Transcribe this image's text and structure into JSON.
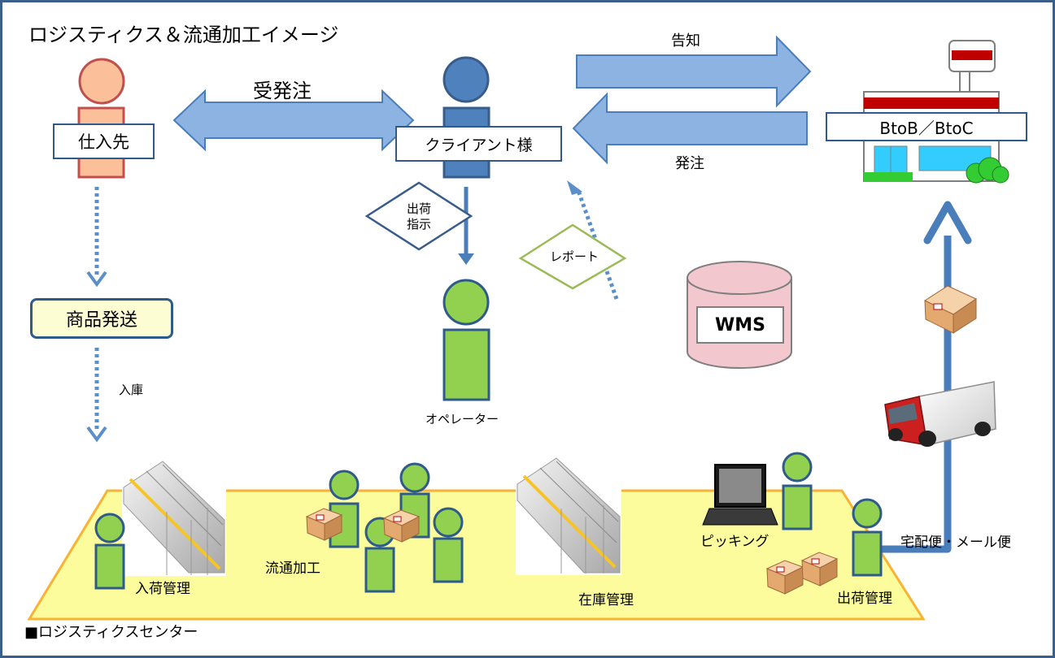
{
  "title": "ロジスティクス＆流通加工イメージ",
  "order_label": "受発注",
  "notify_label": "告知",
  "order_back_label": "発注",
  "supplier_label": "仕入先",
  "client_label": "クライアント様",
  "store_label": "BtoB／BtoC",
  "ship_instruction": [
    "出荷",
    "指示"
  ],
  "report_label": "レポート",
  "product_ship_label": "商品発送",
  "receiving_label": "入庫",
  "operator_label": "オペレーター",
  "wms_label": "WMS",
  "center": {
    "inbound_label": "入荷管理",
    "processing_label": "流通加工",
    "inventory_label": "在庫管理",
    "picking_label": "ピッキング",
    "outbound_label": "出荷管理",
    "footer_label": "■ロジスティクスセンター"
  },
  "delivery_label": "宅配便・メール便",
  "colors": {
    "frame_border": "#3a5f8a",
    "arrow_fill": "#8db3e2",
    "arrow_stroke": "#4a7ebb",
    "supplier_skin": "#fbbf9a",
    "supplier_stroke": "#c0504d",
    "client_fill": "#4f81bd",
    "client_stroke": "#385d8a",
    "worker_fill": "#92d050",
    "worker_stroke": "#2e5b8a",
    "floor_fill": "#fcfc9c",
    "floor_stroke": "#f9b233",
    "wms_fill": "#f2c8ce",
    "wms_stroke": "#7f7f7f",
    "report_stroke": "#9bbb59",
    "delivery_arrow": "#4a7ebb",
    "store_red": "#c00000",
    "store_cyan": "#33ccff",
    "store_bush": "#33cc33"
  }
}
